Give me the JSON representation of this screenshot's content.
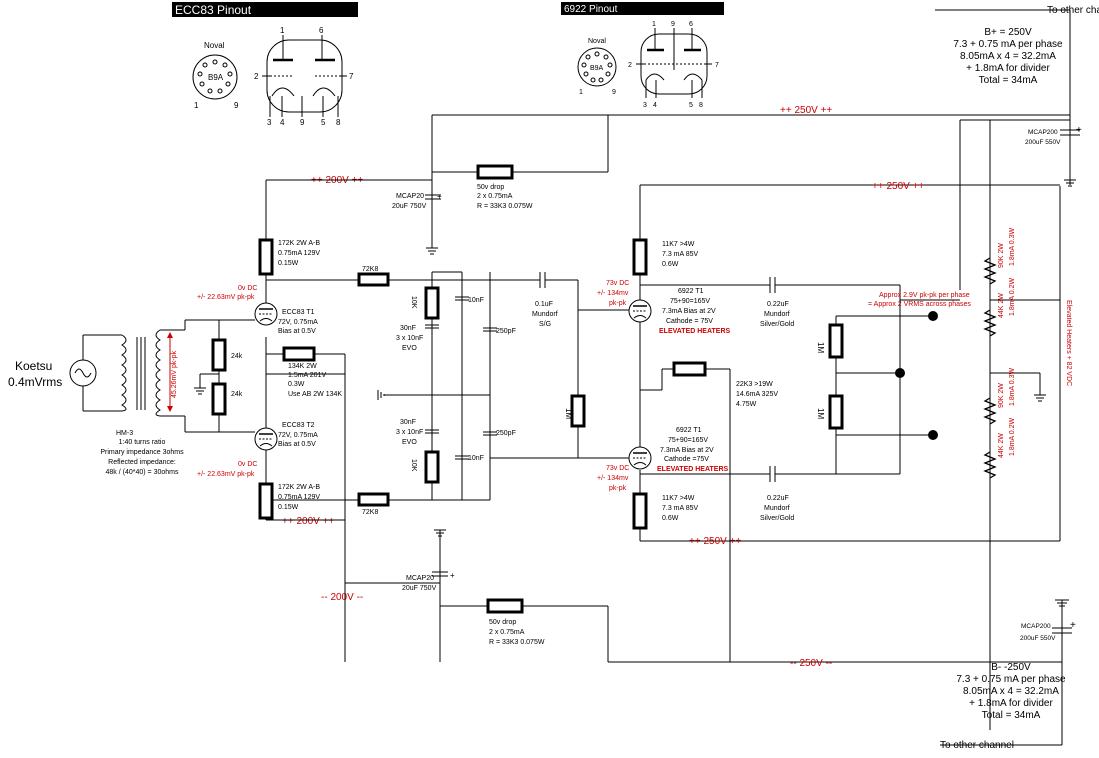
{
  "pinouts": {
    "ecc83": {
      "title": "ECC83 Pinout",
      "base_name": "Noval",
      "base_code": "B9A",
      "pin_1": "1",
      "pin_9": "9",
      "pins_top": [
        "1",
        "6"
      ],
      "pin_left": "2",
      "pin_right": "7",
      "pins_bottom": [
        "3",
        "4",
        "9",
        "5",
        "8"
      ]
    },
    "e6922": {
      "title": "6922 Pinout",
      "base_name": "Noval",
      "base_code": "B9A",
      "pin_1": "1",
      "pin_9": "9",
      "pins_top": [
        "1",
        "9",
        "6"
      ],
      "pin_left": "2",
      "pin_right": "7",
      "pins_bottom": [
        "3",
        "4",
        "5",
        "8"
      ]
    }
  },
  "supply": {
    "pos": {
      "to_other": "To other channel",
      "lines": [
        "B+ = 250V",
        "7.3 + 0.75 mA per phase",
        "8.05mA x 4 = 32.2mA",
        "+ 1.8mA for divider",
        "Total = 34mA"
      ]
    },
    "neg": {
      "to_other": "To other channel",
      "lines": [
        "B- -250V",
        "7.3 + 0.75 mA per phase",
        "8.05mA x 4 = 32.2mA",
        "+ 1.8mA for divider",
        "Total = 34mA"
      ]
    },
    "cap_top": [
      "MCAP200",
      "200uF 550V"
    ],
    "cap_bot": [
      "MCAP200",
      "200uF 550V"
    ]
  },
  "rails": {
    "r250_top": "++ 250V ++",
    "r250_mid": "++ 250V ++",
    "r250_low": "++ 250V ++",
    "r250_neg": "-- 250V --",
    "r200_top": "++ 200V ++",
    "r200_bot": "++ 200V ++",
    "r200_neg": "-- 200V --"
  },
  "input": {
    "source": [
      "Koetsu",
      "0.4mVrms"
    ],
    "swing": "45.26mV pk-pk",
    "transformer": [
      "HM-3",
      "1:40 turns ratio",
      "Primary impedance 3ohms",
      "Reflected impedance:",
      "48k / (40*40) = 30ohms"
    ]
  },
  "stage1": {
    "r_load_top": [
      "172K 2W A-B",
      "0.75mA 129V",
      "0.15W"
    ],
    "r_load_bot": [
      "172K 2W A-B",
      "0.75mA 129V",
      "0.15W"
    ],
    "tube_top": [
      "ECC83 T1",
      "72V, 0.75mA",
      "Bias at 0.5V"
    ],
    "tube_bot": [
      "ECC83 T2",
      "72V, 0.75mA",
      "Bias at 0.5V"
    ],
    "grid_top": [
      "0v DC",
      "+/- 22.63mV pk-pk"
    ],
    "grid_bot": [
      "0v DC",
      "+/- 22.63mV pk-pk"
    ],
    "r24k_a": "24k",
    "r24k_b": "24k",
    "r_tail": [
      "134K 2W",
      "1.5mA 201V",
      "0.3W",
      "Use AB 2W 134K"
    ],
    "r72k_top": "72K8",
    "r72k_bot": "72K8",
    "r10k_a": "10K",
    "r10k_b": "10K",
    "cap30_top": [
      "30nF",
      "3 x 10nF",
      "EVO"
    ],
    "cap30_bot": [
      "30nF",
      "3 x 10nF",
      "EVO"
    ],
    "c10n_a": "10nF",
    "c10n_b": "10nF",
    "c250_a": "250pF",
    "c250_b": "250pF",
    "mcap20_top": [
      "MCAP20",
      "20uF 750V"
    ],
    "mcap20_bot": [
      "MCAP20",
      "20uF 750V"
    ],
    "drop_top": [
      "50v drop",
      "2 x 0.75mA",
      "R = 33K3 0.075W"
    ],
    "drop_bot": [
      "50v drop",
      "2 x 0.75mA",
      "R = 33K3 0.075W"
    ]
  },
  "stage2": {
    "coupling": [
      "0.1uF",
      "Mundorf",
      "S/G"
    ],
    "r1m_mid": "1M",
    "grid_top": [
      "73v DC",
      "+/- 134mv",
      "pk-pk"
    ],
    "grid_bot": [
      "73v DC",
      "+/- 134mv",
      "pk-pk"
    ],
    "r_load_top": [
      "11K7 >4W",
      "7.3 mA 85V",
      "0.6W"
    ],
    "r_load_bot": [
      "11K7 >4W",
      "7.3 mA 85V",
      "0.6W"
    ],
    "tube_top": [
      "6922 T1",
      "75+90=165V",
      "7.3mA Bias at 2V",
      "Cathode = 75V"
    ],
    "tube_bot": [
      "6922 T1",
      "75+90=165V",
      "7.3mA Bias at 2V",
      "Cathode =75V"
    ],
    "heaters_top": "ELEVATED HEATERS",
    "heaters_bot": "ELEVATED HEATERS",
    "r_tail": [
      "22K3 >19W",
      "14.6mA 325V",
      "4.75W"
    ],
    "out_cap_top": [
      "0.22uF",
      "Mundorf",
      "Silver/Gold"
    ],
    "out_cap_bot": [
      "0.22uF",
      "Mundorf",
      "Silver/Gold"
    ],
    "r1m_out_top": "1M",
    "r1m_out_bot": "1M",
    "output_note": [
      "Approx 2.9V pk-pk per phase",
      "= Approx 2 VRMS across phases"
    ]
  },
  "divider": {
    "r_a": [
      "90K 2W",
      "1.8mA 0.3W"
    ],
    "r_b": [
      "44K 2W",
      "1.8mA 0.2W"
    ],
    "r_c": [
      "90K 2W",
      "1.8mA 0.3W"
    ],
    "r_d": [
      "44K 2W",
      "1.8mA 0.2W"
    ],
    "heater_note": "Elevated Heaters + 82 VDC"
  }
}
